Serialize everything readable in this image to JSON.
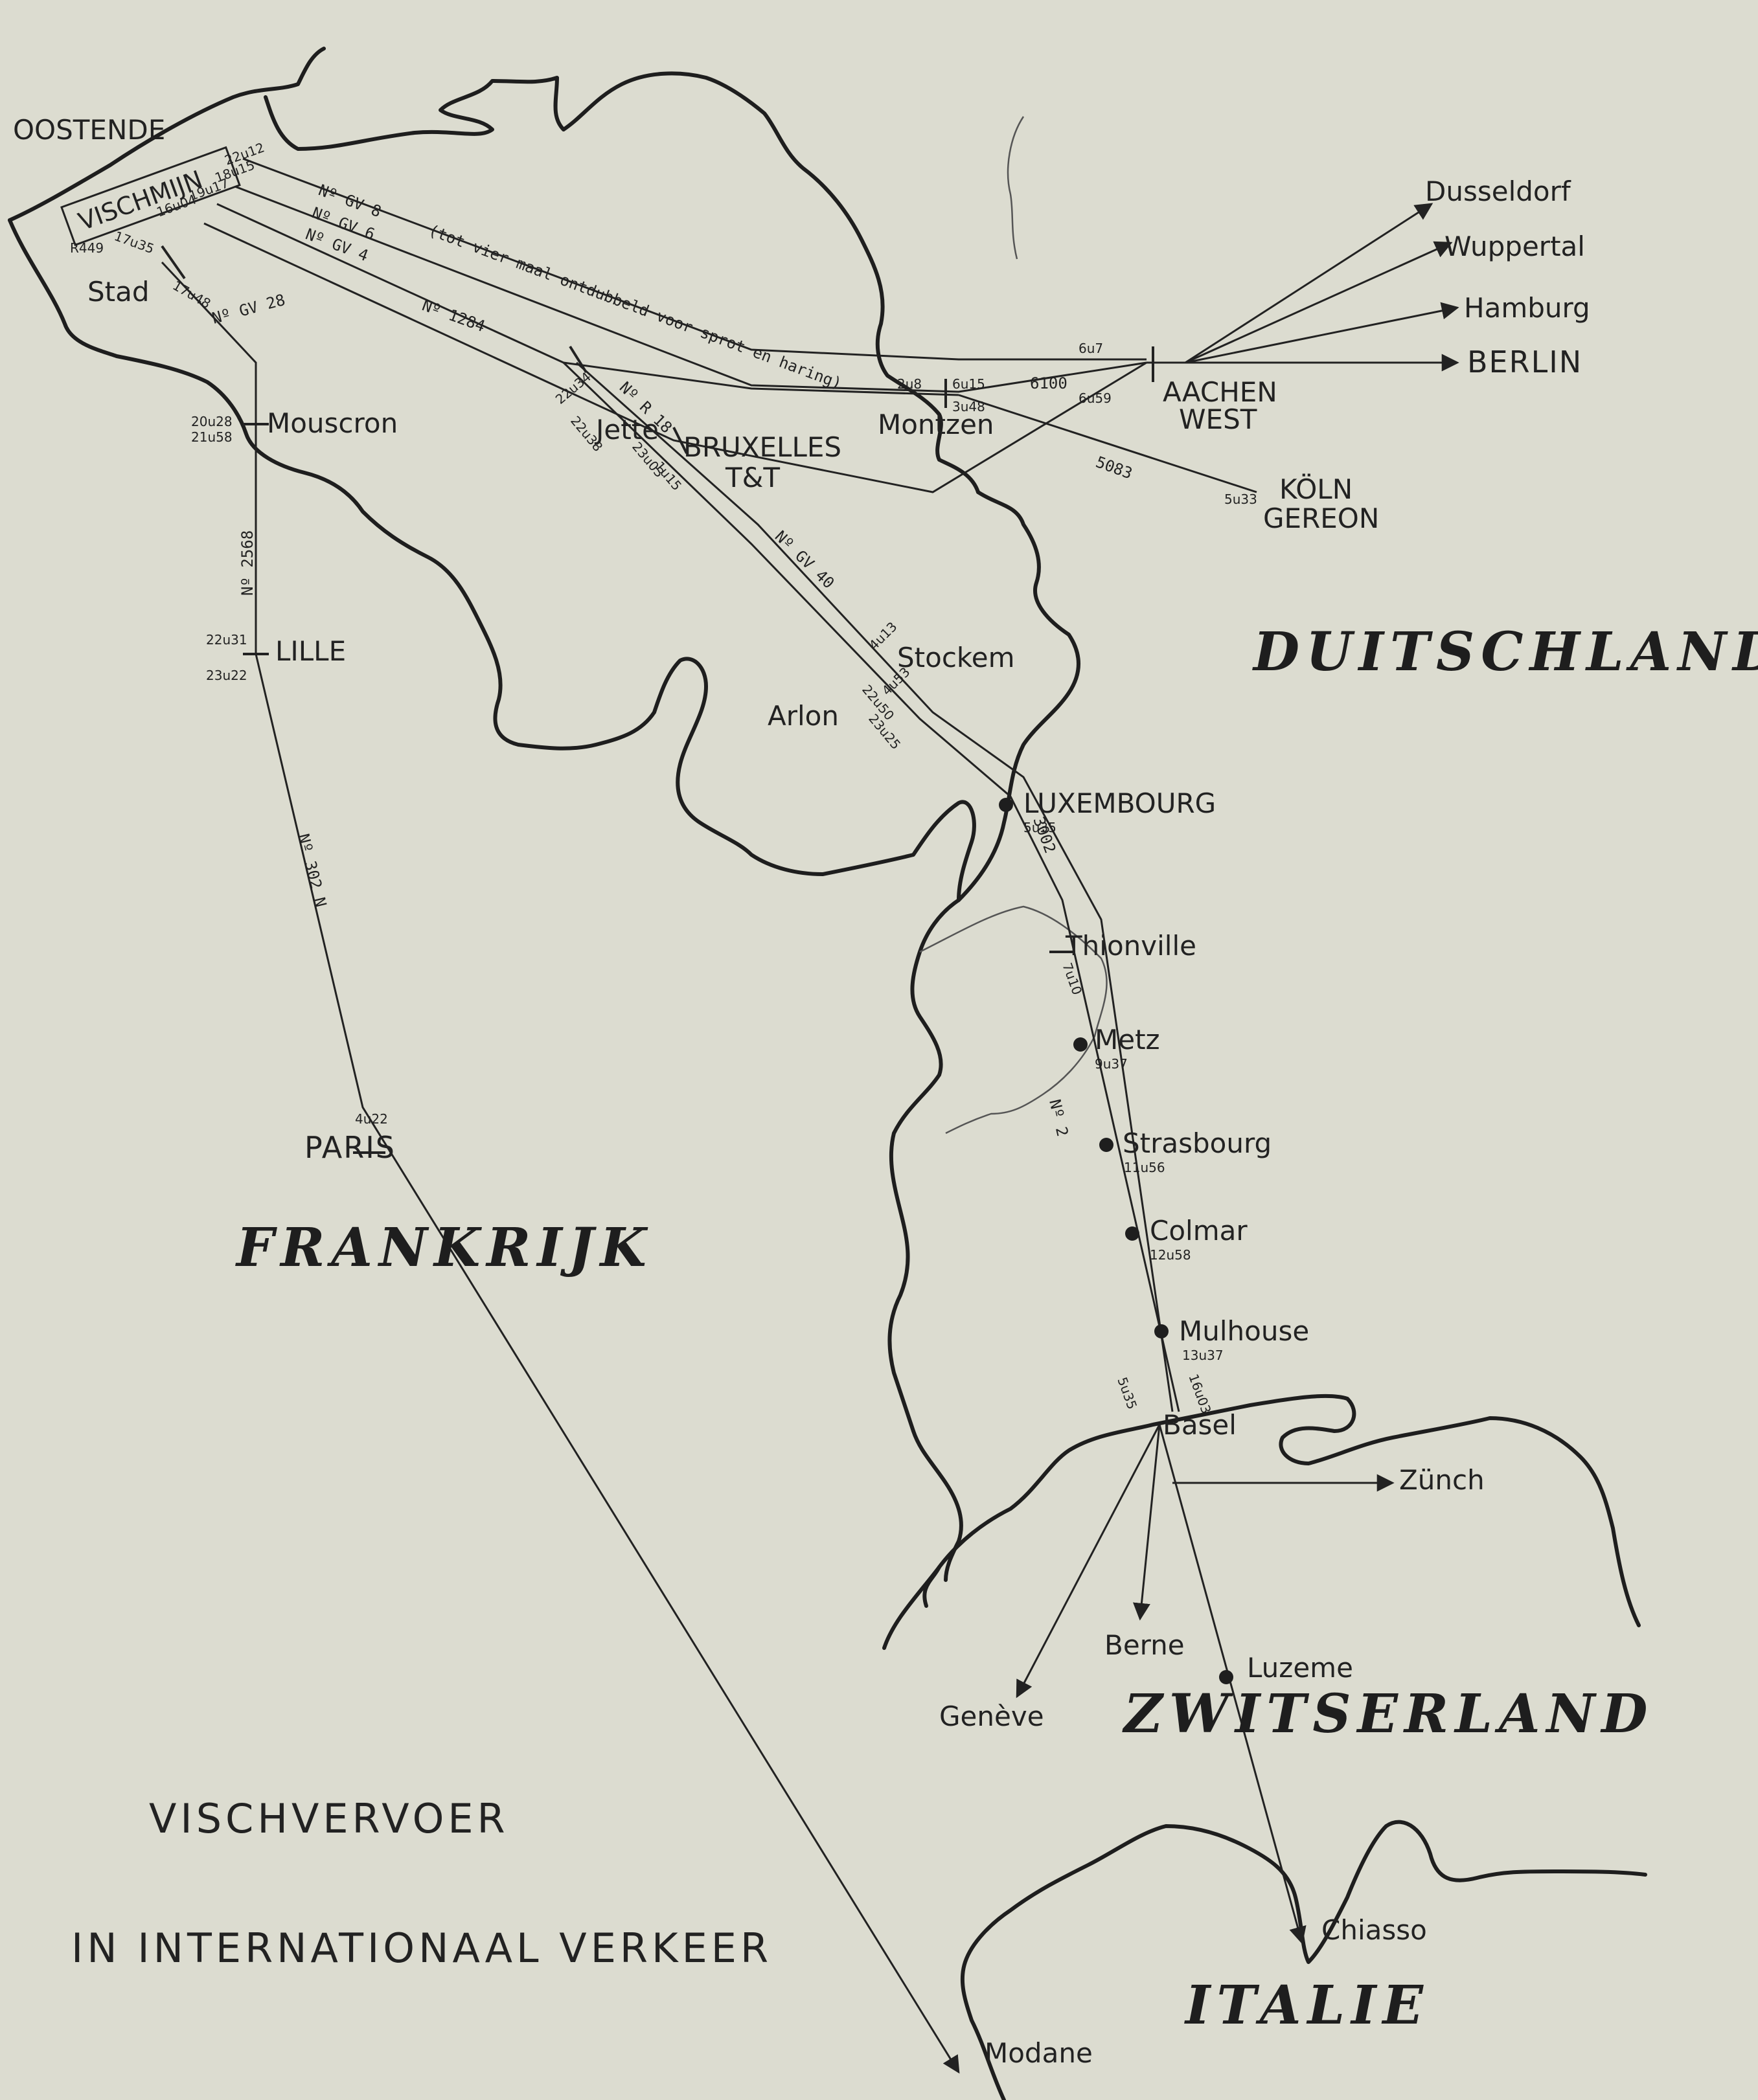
{
  "title": {
    "line1": "VISCHVERVOER",
    "line2": "IN INTERNATIONAAL VERKEER"
  },
  "countries": {
    "duitschland": "DUITSCHLAND",
    "frankrijk": "FRANKRIJK",
    "zwitserland": "ZWITSERLAND",
    "italie": "ITALIE"
  },
  "places": {
    "oostende": "OOSTENDE",
    "vischmijn": "VISCHMIJN",
    "stad": "Stad",
    "mouscron": "Mouscron",
    "lille": "LILLE",
    "paris": "PARIS",
    "modane": "Modane",
    "jette": "Jette",
    "bruxelles": "BRUXELLES",
    "bruxelles_sub": "T&T",
    "montzen": "Montzen",
    "aachen": "AACHEN",
    "aachen_sub": "WEST",
    "koln": "KÖLN",
    "koln_sub": "GEREON",
    "dusseldorf": "Dusseldorf",
    "wuppertal": "Wuppertal",
    "hamburg": "Hamburg",
    "berlin": "BERLIN",
    "stockem": "Stockem",
    "arlon": "Arlon",
    "luxembourg": "LUXEMBOURG",
    "thionville": "Thionville",
    "metz": "Metz",
    "strasbourg": "Strasbourg",
    "colmar": "Colmar",
    "mulhouse": "Mulhouse",
    "basel": "Basel",
    "zurich": "Zünch",
    "berne": "Berne",
    "luzerne": "Luzeme",
    "geneve": "Genève",
    "chiasso": "Chiasso"
  },
  "routes": {
    "gv8": "Nº GV 8",
    "gv8_note": "(tot vier maal ontdubbeld voor sprot en haring)",
    "gv6": "Nº GV 6",
    "gv4": "Nº GV 4",
    "gv28": "Nº GV 28",
    "n2568": "Nº 2568",
    "n302": "Nº 302 N",
    "n1284": "Nº 1284",
    "r18": "Nº R 18",
    "gv40": "Nº GV 40",
    "n2": "Nº 2",
    "n5083": "5083",
    "n6100": "6100",
    "n3002": "3002"
  },
  "times": {
    "o1": "22u12",
    "o2": "18u15",
    "o3": "19u17",
    "o4": "16u04",
    "o5": "17u35",
    "r449": "R449",
    "stad1": "17u48",
    "mouscron1": "20u28",
    "mouscron2": "21u58",
    "lille1": "22u31",
    "lille2": "23u22",
    "paris": "4u22",
    "jette1": "22u34",
    "jette2": "22u38",
    "bruxelles1": "23u03",
    "bruxelles2": "1u15",
    "montzen1": "2u8",
    "montzen2": "6u15",
    "montzen3": "3u48",
    "aachen1": "6u7",
    "aachen2": "6u59",
    "koln": "5u33",
    "stockem1": "4u13",
    "stockem2": "4u53",
    "arlon1": "22u50",
    "arlon2": "23u25",
    "luxembourg": "5u35",
    "thionville": "7u10",
    "metz": "9u37",
    "strasbourg": "11u56",
    "colmar": "12u58",
    "mulhouse": "13u37",
    "basel1": "5u35",
    "basel2": "16u03"
  }
}
